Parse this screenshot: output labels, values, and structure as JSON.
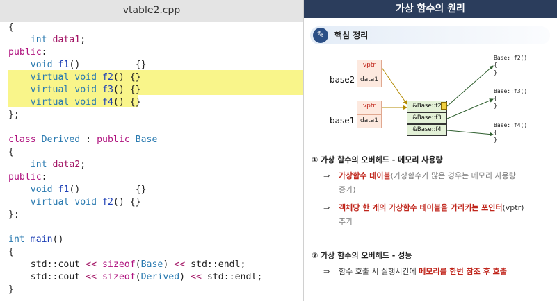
{
  "editor": {
    "filename": "vtable2.cpp",
    "lines": [
      [
        {
          "t": "{",
          "c": ""
        }
      ],
      [
        {
          "t": "    ",
          "c": ""
        },
        {
          "t": "int",
          "c": "ty"
        },
        {
          "t": " ",
          "c": ""
        },
        {
          "t": "data1",
          "c": "pt"
        },
        {
          "t": ";",
          "c": ""
        }
      ],
      [
        {
          "t": "public",
          "c": "kw"
        },
        {
          "t": ":",
          "c": ""
        }
      ],
      [
        {
          "t": "    ",
          "c": ""
        },
        {
          "t": "void",
          "c": "ty"
        },
        {
          "t": " ",
          "c": ""
        },
        {
          "t": "f1",
          "c": "fn"
        },
        {
          "t": "()          {}",
          "c": ""
        }
      ],
      [
        {
          "t": "    ",
          "c": ""
        },
        {
          "t": "virtual",
          "c": "ty"
        },
        {
          "t": " ",
          "c": ""
        },
        {
          "t": "void",
          "c": "ty"
        },
        {
          "t": " ",
          "c": ""
        },
        {
          "t": "f2",
          "c": "fn"
        },
        {
          "t": "() {}",
          "c": ""
        }
      ],
      [
        {
          "t": "    ",
          "c": ""
        },
        {
          "t": "virtual",
          "c": "ty"
        },
        {
          "t": " ",
          "c": ""
        },
        {
          "t": "void",
          "c": "ty"
        },
        {
          "t": " ",
          "c": ""
        },
        {
          "t": "f3",
          "c": "fn"
        },
        {
          "t": "() {}",
          "c": ""
        }
      ],
      [
        {
          "t": "    ",
          "c": ""
        },
        {
          "t": "virtual",
          "c": "ty"
        },
        {
          "t": " ",
          "c": ""
        },
        {
          "t": "void",
          "c": "ty"
        },
        {
          "t": " ",
          "c": ""
        },
        {
          "t": "f4",
          "c": "fn"
        },
        {
          "t": "() {}",
          "c": ""
        }
      ],
      [
        {
          "t": "};",
          "c": ""
        }
      ],
      [],
      [
        {
          "t": "class",
          "c": "kw"
        },
        {
          "t": " ",
          "c": ""
        },
        {
          "t": "Derived",
          "c": "ty"
        },
        {
          "t": " : ",
          "c": ""
        },
        {
          "t": "public",
          "c": "kw"
        },
        {
          "t": " ",
          "c": ""
        },
        {
          "t": "Base",
          "c": "ty"
        }
      ],
      [
        {
          "t": "{",
          "c": ""
        }
      ],
      [
        {
          "t": "    ",
          "c": ""
        },
        {
          "t": "int",
          "c": "ty"
        },
        {
          "t": " ",
          "c": ""
        },
        {
          "t": "data2",
          "c": "pt"
        },
        {
          "t": ";",
          "c": ""
        }
      ],
      [
        {
          "t": "public",
          "c": "kw"
        },
        {
          "t": ":",
          "c": ""
        }
      ],
      [
        {
          "t": "    ",
          "c": ""
        },
        {
          "t": "void",
          "c": "ty"
        },
        {
          "t": " ",
          "c": ""
        },
        {
          "t": "f1",
          "c": "fn"
        },
        {
          "t": "()          {}",
          "c": ""
        }
      ],
      [
        {
          "t": "    ",
          "c": ""
        },
        {
          "t": "virtual",
          "c": "ty"
        },
        {
          "t": " ",
          "c": ""
        },
        {
          "t": "void",
          "c": "ty"
        },
        {
          "t": " ",
          "c": ""
        },
        {
          "t": "f2",
          "c": "fn"
        },
        {
          "t": "() {}",
          "c": ""
        }
      ],
      [
        {
          "t": "};",
          "c": ""
        }
      ],
      [],
      [
        {
          "t": "int",
          "c": "ty"
        },
        {
          "t": " ",
          "c": ""
        },
        {
          "t": "main",
          "c": "fn"
        },
        {
          "t": "()",
          "c": ""
        }
      ],
      [
        {
          "t": "{",
          "c": ""
        }
      ],
      [
        {
          "t": "    std::cout ",
          "c": ""
        },
        {
          "t": "<<",
          "c": "op"
        },
        {
          "t": " ",
          "c": ""
        },
        {
          "t": "sizeof",
          "c": "kw"
        },
        {
          "t": "(",
          "c": ""
        },
        {
          "t": "Base",
          "c": "ty"
        },
        {
          "t": ") ",
          "c": ""
        },
        {
          "t": "<<",
          "c": "op"
        },
        {
          "t": " std::endl;",
          "c": ""
        }
      ],
      [
        {
          "t": "    std::cout ",
          "c": ""
        },
        {
          "t": "<<",
          "c": "op"
        },
        {
          "t": " ",
          "c": ""
        },
        {
          "t": "sizeof",
          "c": "kw"
        },
        {
          "t": "(",
          "c": ""
        },
        {
          "t": "Derived",
          "c": "ty"
        },
        {
          "t": ") ",
          "c": ""
        },
        {
          "t": "<<",
          "c": "op"
        },
        {
          "t": " std::endl;",
          "c": ""
        }
      ],
      [
        {
          "t": "}",
          "c": ""
        }
      ]
    ],
    "highlight_color": "#f9f58a"
  },
  "slide": {
    "title": "가상 함수의 원리",
    "summary_label": "핵심 정리",
    "summary_icon": "pencil-icon",
    "diagram": {
      "base2_label": "base2",
      "base1_label": "base1",
      "vptr": "vptr",
      "data1": "data1",
      "vtable_entries": [
        "&Base::f2",
        "&Base::f3",
        "&Base::f4"
      ],
      "func_names": [
        "Base::f2()",
        "Base::f3()",
        "Base::f4()"
      ],
      "open_brace": "{",
      "close_brace": "}"
    },
    "section1_title": "① 가상 함수의 오버헤드 - 메모리 사용량",
    "section1_items": [
      {
        "parts": [
          {
            "t": "가상함수 테이블",
            "red": true
          },
          {
            "t": "(가상함수가 많은 경우는 메모리 사용량",
            "red": false,
            "gray": true
          }
        ],
        "line2": "증가)"
      },
      {
        "parts": [
          {
            "t": "객체당 한 개의 가상함수 테이블을 가리키는 포인터",
            "red": true
          },
          {
            "t": "(vptr)",
            "red": false
          }
        ],
        "line2": "추가"
      }
    ],
    "section2_title": "② 가상 함수의 오버헤드 - 성능",
    "section2_items": [
      {
        "parts": [
          {
            "t": "함수 호출 시 실행시간에 ",
            "red": false
          },
          {
            "t": "메모리를 한번 참조 후 호출",
            "red": true
          }
        ]
      }
    ],
    "arrow_glyph": "⇒",
    "colors": {
      "title_bar": "#2b3d5c",
      "red": "#c0261c",
      "vtable_fill": "#e3f1d7",
      "object_fill": "#fde9df",
      "arrow": "#b38a00",
      "link": "#2f5f2f"
    }
  }
}
